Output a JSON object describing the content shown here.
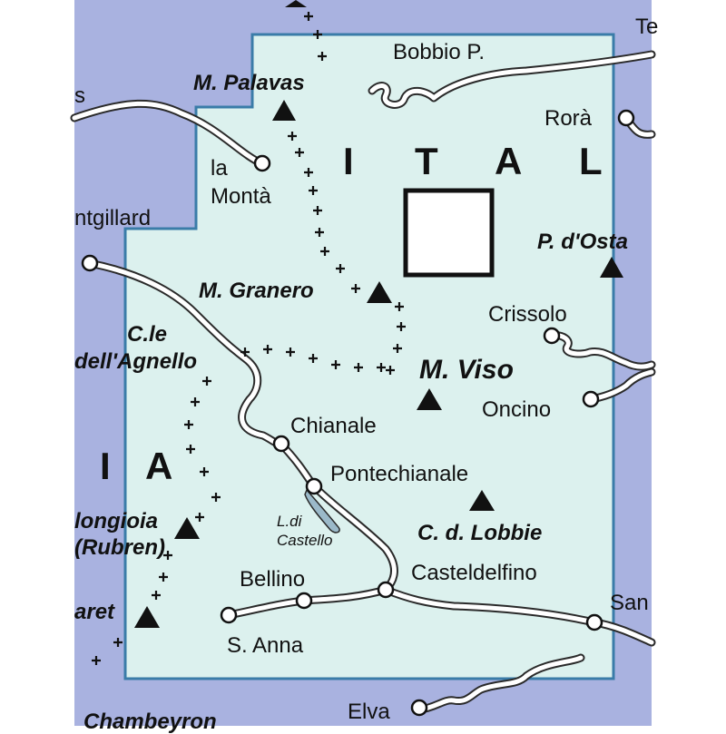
{
  "map": {
    "colors": {
      "outside": "#a9b2e0",
      "region": "#dcf1ee",
      "frame": "#3a7ca8",
      "road": "#ffffff",
      "road_edge": "#2a2a2a",
      "lake": "#9bb9c9"
    },
    "country_letters": [
      {
        "id": "ital-i1",
        "text": "I"
      },
      {
        "id": "ital-t",
        "text": "T"
      },
      {
        "id": "ital-a",
        "text": "A"
      },
      {
        "id": "ital-l",
        "text": "L"
      },
      {
        "id": "ia-i",
        "text": "I"
      },
      {
        "id": "ia-a",
        "text": "A"
      }
    ],
    "places": {
      "te": "Te",
      "s_left": "s",
      "bobbio": "Bobbio P.",
      "rora": "Rorà",
      "la_monta_1": "la",
      "la_monta_2": "Montà",
      "ntgillard": "ntgillard",
      "crissolo": "Crissolo",
      "oncino": "Oncino",
      "chianale": "Chianale",
      "pontechianale": "Pontechianale",
      "bellino": "Bellino",
      "casteldelfino": "Casteldelfino",
      "s_anna": "S. Anna",
      "san": "San",
      "elva": "Elva",
      "chambeyron": "Chambeyron"
    },
    "peaks": {
      "palavas": "M. Palavas",
      "granero": "M. Granero",
      "viso": "M. Viso",
      "p_dosta": "P. d'Osta",
      "c_lobbie": "C. d. Lobbie",
      "cle": "C.le",
      "agnello": "dell'Agnello",
      "mongioia": "longioia",
      "rubren": "(Rubren)",
      "aret": "aret"
    },
    "lake": {
      "line1": "L.di",
      "line2": "Castello"
    },
    "icons": {
      "peak": "peak-triangle-icon",
      "town": "town-circle-icon",
      "border": "border-cross-icon",
      "inset": "inset-square-icon"
    }
  }
}
